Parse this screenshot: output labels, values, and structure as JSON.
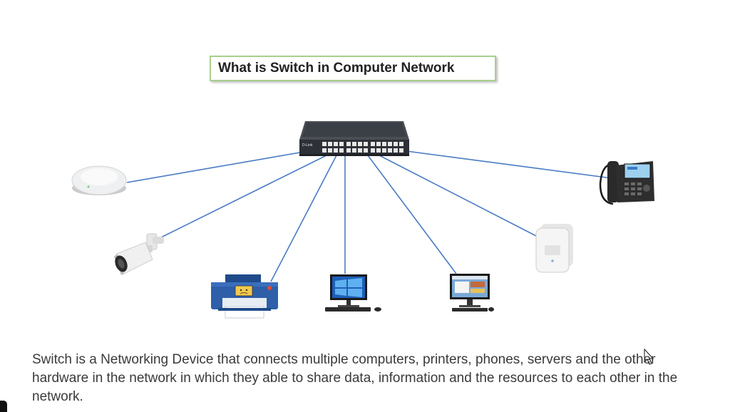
{
  "title": "What is Switch in Computer Network",
  "switch_brand": "D-Link",
  "description": "Switch is a Networking Device that connects multiple computers, printers, phones, servers and the other hardware in the network in which they able to share data, information and the resources to each other in the network.",
  "devices": [
    {
      "id": "ceiling-access-point",
      "icon": "ceiling-access-point-icon"
    },
    {
      "id": "security-camera",
      "icon": "cctv-camera-icon"
    },
    {
      "id": "printer",
      "icon": "printer-icon"
    },
    {
      "id": "desktop-computer-1",
      "icon": "desktop-computer-icon"
    },
    {
      "id": "desktop-computer-2",
      "icon": "desktop-computer-icon"
    },
    {
      "id": "wall-access-point",
      "icon": "wireless-access-point-icon"
    },
    {
      "id": "ip-phone",
      "icon": "ip-phone-icon"
    }
  ],
  "colors": {
    "link": "#4a7bc4",
    "title_border": "#a8d08d",
    "switch_body": "#2d3036",
    "printer_blue": "#2f5fa8"
  }
}
